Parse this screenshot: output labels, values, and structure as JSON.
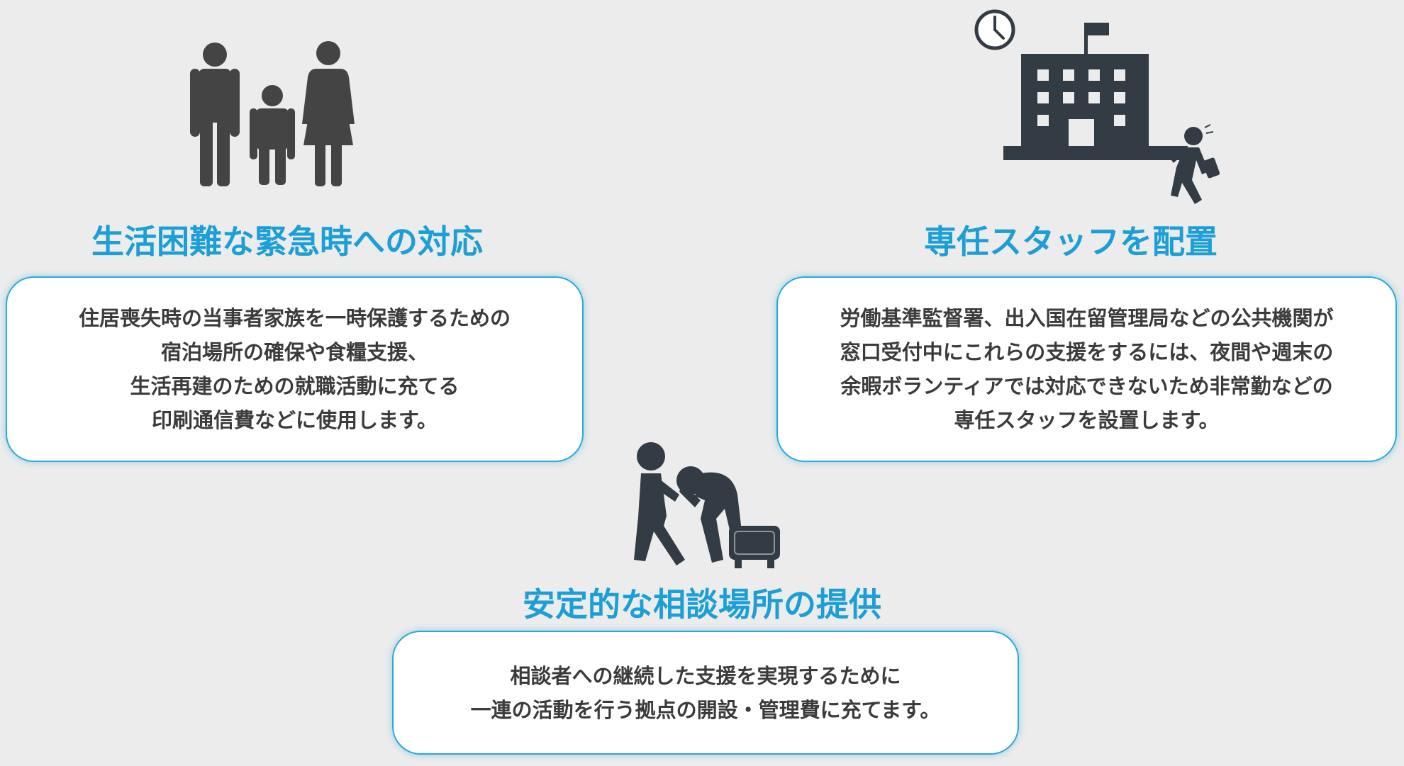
{
  "colors": {
    "accent": "#1b9fd6",
    "icon": "#333b44",
    "text": "#3b3b3b",
    "background": "#ececec"
  },
  "sections": {
    "emergency": {
      "icon": "family-icon",
      "title": "生活困難な緊急時への対応",
      "lines": [
        "住居喪失時の当事者家族を一時保護するための",
        "宿泊場所の確保や食糧支援、",
        "生活再建のための就職活動に充てる",
        "印刷通信費などに使用します。"
      ]
    },
    "staff": {
      "icon": "office-building-icon",
      "title": "専任スタッフを配置",
      "lines": [
        "労働基準監督署、出入国在留管理局などの公共機関が",
        "窓口受付中にこれらの支援をするには、夜間や週末の",
        "余暇ボランティアでは対応できないため非常勤などの",
        "専任スタッフを設置します。"
      ]
    },
    "consultation": {
      "icon": "consultation-icon",
      "title": "安定的な相談場所の提供",
      "lines": [
        "相談者への継続した支援を実現するために",
        "一連の活動を行う拠点の開設・管理費に充てます。"
      ]
    }
  }
}
